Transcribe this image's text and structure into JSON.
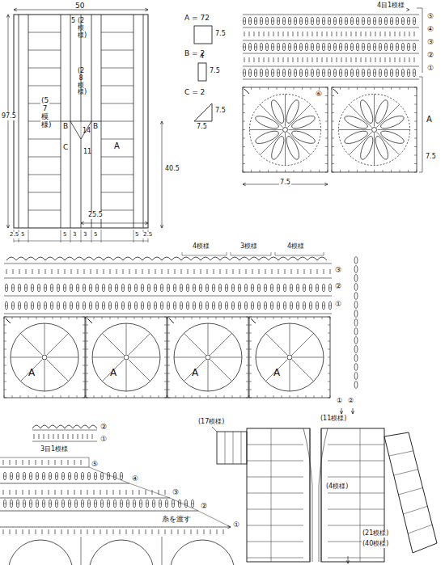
{
  "diagram": {
    "nodes": [
      {
        "text": [
          "A"
        ]
      },
      {
        "text": [
          "A"
        ]
      },
      {
        "text": [
          "A"
        ]
      },
      {
        "text": [
          "A"
        ]
      }
    ],
    "labels": [
      "50",
      "5",
      "(2模様)",
      "(28模様)",
      "97.5",
      "(57模様)",
      "40.5",
      "B",
      "B",
      "14",
      "11",
      "C",
      "A",
      "25.5",
      "2.5",
      "5",
      "5",
      "3",
      "3",
      "5",
      "5",
      "2.5",
      "A = 72",
      "7.5",
      "B = 2",
      "4",
      "7.5",
      "C = 2",
      "7.5",
      "7.5",
      "4目1模様",
      "⑤",
      "④",
      "③",
      "②",
      "①",
      "A",
      "7.5",
      "7.5",
      "⑥",
      "4模様",
      "3模様",
      "4模様",
      "③",
      "②",
      "①",
      "①",
      "②",
      "②",
      "①",
      "3目1模様",
      "⑤",
      "④",
      "③",
      "②",
      "糸を渡す",
      "①",
      "(17模様)",
      "(11模様)",
      "(4模様)",
      "(21模様)",
      "(40模様)"
    ]
  }
}
